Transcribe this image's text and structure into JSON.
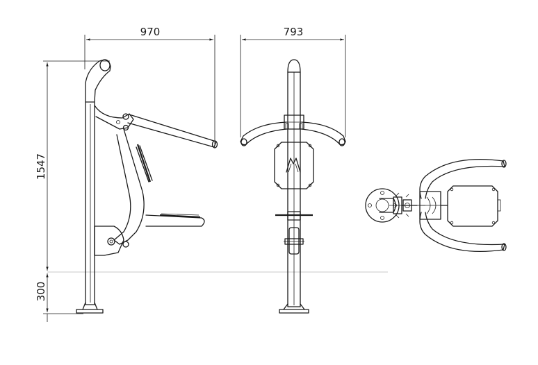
{
  "dimensions": {
    "front_width": "970",
    "side_width": "793",
    "total_height": "1547",
    "foundation_depth": "300"
  },
  "colors": {
    "line": "#1a1a1a",
    "ground_line": "#c8c8c8",
    "background": "#ffffff"
  },
  "icons": {
    "logo": "brand-logo-icon"
  }
}
